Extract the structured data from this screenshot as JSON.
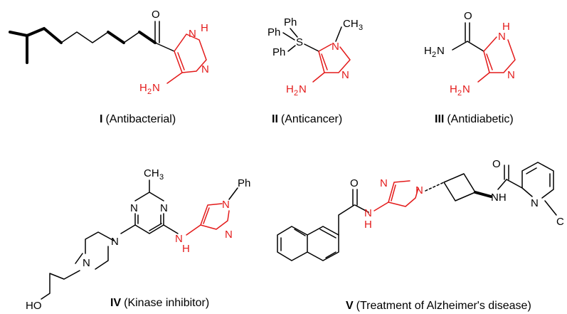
{
  "colors": {
    "bond": "#000000",
    "imidazole": "#e31b1b",
    "background": "#ffffff"
  },
  "compounds": [
    {
      "numeral": "I",
      "label": "(Antibacterial)",
      "atoms": {
        "carbonyl_o": "O",
        "nh": "N",
        "nh_h": "H",
        "n": "N",
        "amine": "H",
        "amine_sub": "2",
        "amine_n": "N"
      }
    },
    {
      "numeral": "II",
      "label": "(Anticancer)",
      "atoms": {
        "ph1": "Ph",
        "ph2": "Ph",
        "ph3": "Ph",
        "s": "S",
        "methyl": "CH",
        "methyl_sub": "3",
        "n1": "N",
        "n2": "N",
        "amine": "H",
        "amine_sub": "2",
        "amine_n": "N"
      }
    },
    {
      "numeral": "III",
      "label": "(Antidiabetic)",
      "atoms": {
        "o": "O",
        "amide": "H",
        "amide_sub": "2",
        "amide_n": "N",
        "nh": "N",
        "nh_h": "H",
        "n": "N",
        "amine": "H",
        "amine_sub": "2",
        "amine_n": "N"
      }
    },
    {
      "numeral": "IV",
      "label": "(Kinase inhibitor)",
      "atoms": {
        "methyl": "CH",
        "methyl_sub": "3",
        "pym_n1": "N",
        "pym_n2": "N",
        "pip_n1": "N",
        "pip_n2": "N",
        "ho": "HO",
        "nh_n": "N",
        "nh_h": "H",
        "imid_n1": "N",
        "imid_n2": "N",
        "ph": "Ph"
      }
    },
    {
      "numeral": "V",
      "label": "(Treatment of Alzheimer's disease)",
      "atoms": {
        "o1": "O",
        "nh1_n": "N",
        "nh1_h": "H",
        "imid_n1": "N",
        "imid_n2": "N",
        "o2": "O",
        "nh2_n": "NH",
        "py_n": "N",
        "cl": "C"
      }
    }
  ]
}
